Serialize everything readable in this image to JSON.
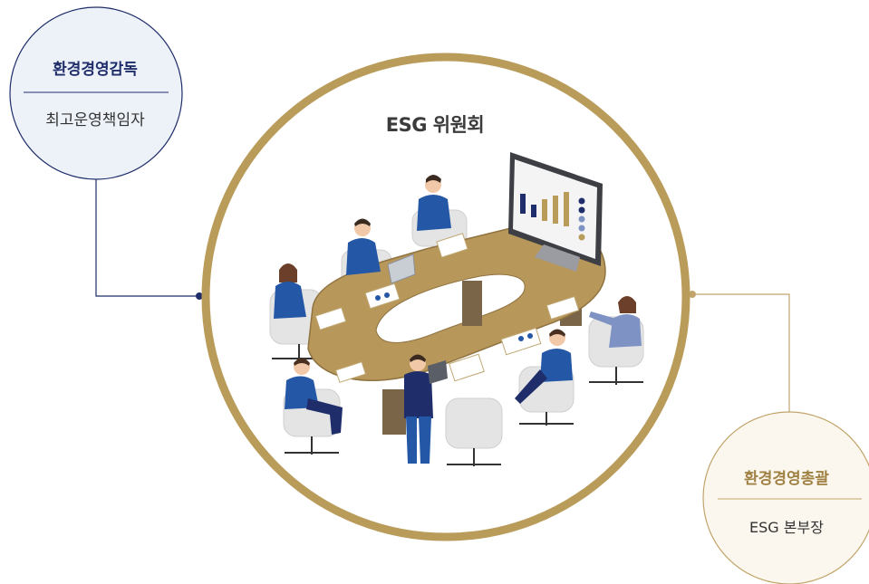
{
  "center": {
    "title": "ESG 위원회"
  },
  "left_node": {
    "title": "환경경영감독",
    "subtitle": "최고운영책임자"
  },
  "right_node": {
    "title": "환경경영총괄",
    "subtitle": "ESG 본부장"
  },
  "colors": {
    "navy": "#1f2e6b",
    "gold": "#b99b5a",
    "left_fill": "#edf2f9",
    "right_fill": "#fbf7ee",
    "table": "#b8975a",
    "suit": "#2457a6"
  }
}
